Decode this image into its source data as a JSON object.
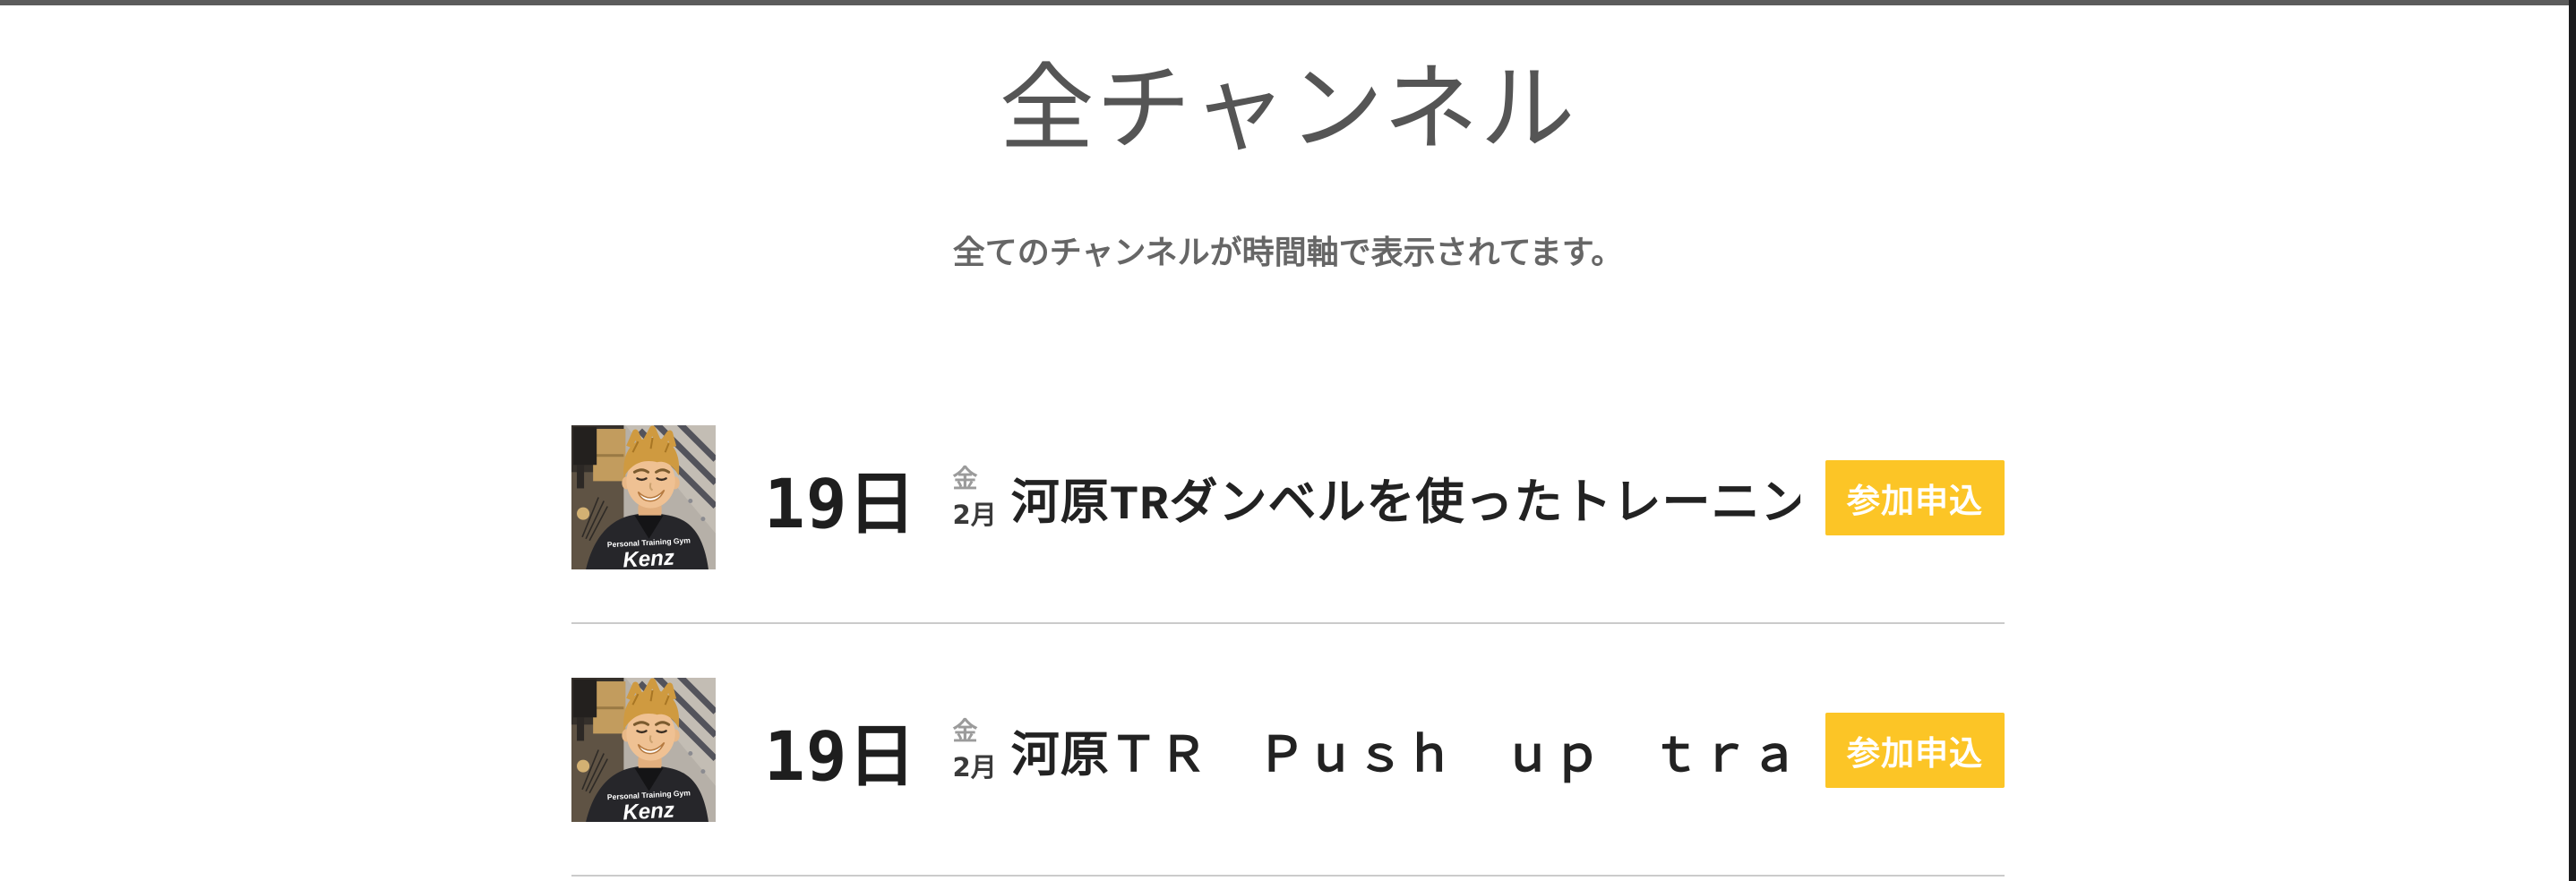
{
  "window": {
    "top_bar_color": "#5c5c5c",
    "right_edge_color": "#1c1c1e"
  },
  "header": {
    "title": "全チャンネル",
    "subtitle": "全てのチャンネルが時間軸で表示されてます。"
  },
  "list": {
    "separator_color": "#cbcbcb"
  },
  "events": [
    {
      "day": "19日",
      "weekday": "金",
      "month": "2月",
      "title": "河原TRダンベルを使ったトレーニン…",
      "apply_label": "参加申込",
      "thumbnail": {
        "shirt_line1": "Personal Training Gym",
        "shirt_line2": "Kenz"
      }
    },
    {
      "day": "19日",
      "weekday": "金",
      "month": "2月",
      "title": "河原ＴＲ　Ｐｕｓｈ　ｕｐ　ｔｒａ…",
      "apply_label": "参加申込",
      "thumbnail": {
        "shirt_line1": "Personal Training Gym",
        "shirt_line2": "Kenz"
      }
    }
  ],
  "colors": {
    "button_bg": "#fcc526",
    "button_text": "#ffffff",
    "heading_text": "#555555",
    "subtitle_text": "#666666",
    "day_text": "#1e1e1e",
    "weekday_text": "#9b9b9b",
    "month_text": "#3a3a3a",
    "event_title_text": "#222222"
  }
}
